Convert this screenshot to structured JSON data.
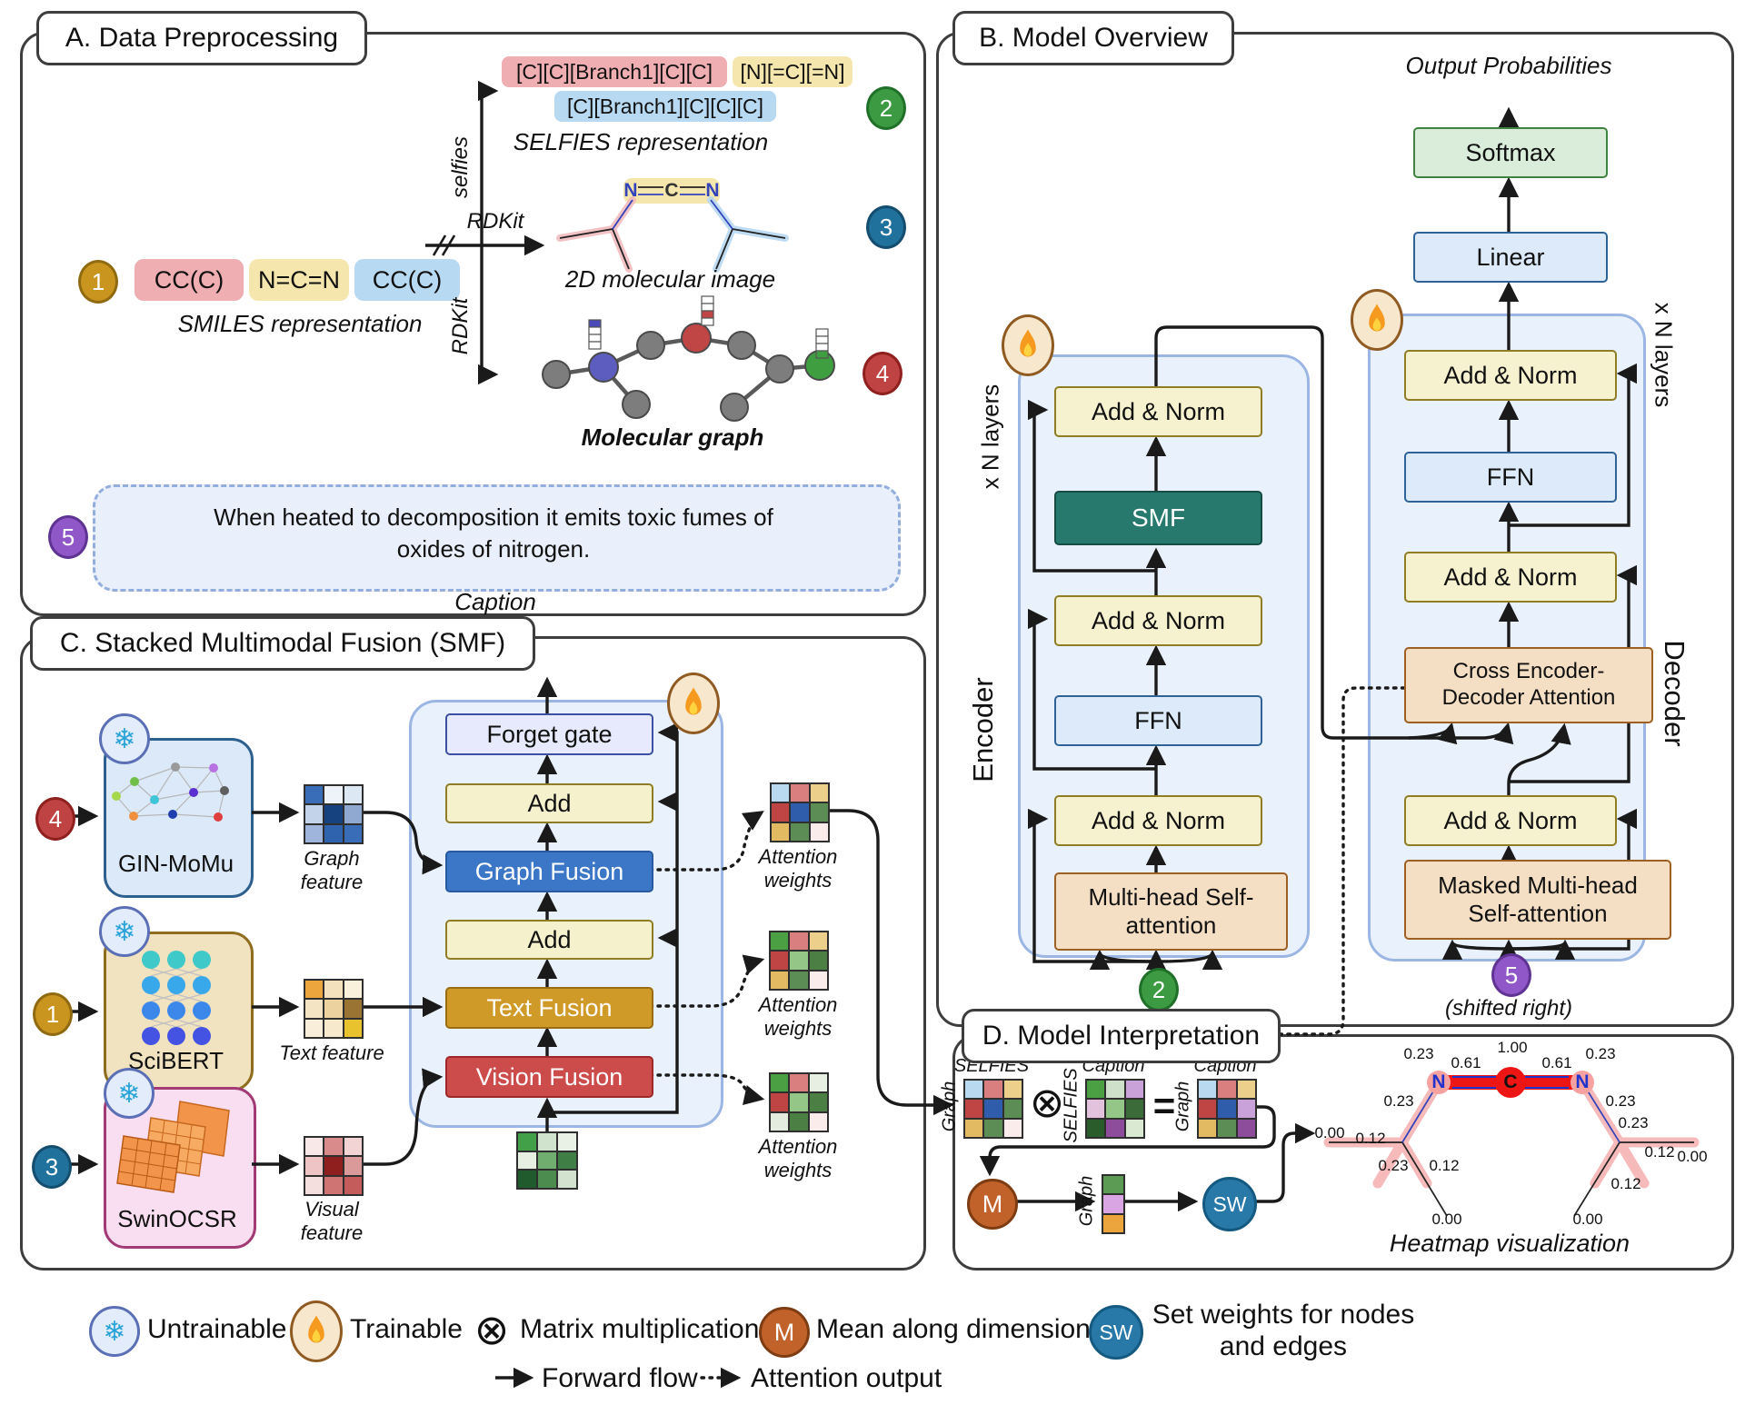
{
  "colors": {
    "token_red": "#efaeb2",
    "token_yellow": "#f5e6ad",
    "token_blue": "#b8d9f2",
    "add_norm": "#f6f1ce",
    "ffn": "#dceafa",
    "softmax": "#d9edda",
    "smf_teal": "#27796d",
    "attention_tan": "#f5dfc4",
    "graph_fusion": "#3c77c7",
    "text_fusion": "#d09a28",
    "vision_fusion": "#cc4b4b",
    "forget_gate": "#e7eafc",
    "container_blue": "#e9f1fc",
    "heat_red": "#ee1515",
    "heat_pink": "#f6b3b3"
  },
  "pA": {
    "title": "A. Data Preprocessing",
    "step1": "1",
    "step2": "2",
    "step3": "3",
    "step4": "4",
    "step5": "5",
    "smiles_tokens": [
      "CC(C)",
      "N=C=N",
      "CC(C)"
    ],
    "smiles_label": "SMILES representation",
    "selfies_tokens": [
      "[C][C][Branch1][C][C]",
      "[N][=C][=N]",
      "[C][Branch1][C][C][C]"
    ],
    "selfies_label": "SELFIES representation",
    "lib_selfies": "selfies",
    "lib_rdkit1": "RDKit",
    "lib_rdkit2": "RDKit",
    "img2d_label": "2D molecular image",
    "molgraph_label": "Molecular graph",
    "atom_n": "N",
    "atom_c": "C",
    "caption_text": "When heated to decomposition it emits toxic fumes of oxides of nitrogen.",
    "caption_label": "Caption"
  },
  "pB": {
    "title": "B. Model Overview",
    "output_prob": "Output Probabilities",
    "softmax": "Softmax",
    "linear": "Linear",
    "add_norm": "Add & Norm",
    "ffn": "FFN",
    "smf": "SMF",
    "mhsa": "Multi-head Self-attention",
    "cross": "Cross Encoder-Decoder Attention",
    "masked": "Masked Multi-head Self-attention",
    "encoder": "Encoder",
    "decoder": "Decoder",
    "xn": "x N layers",
    "step2": "2",
    "step5": "5",
    "shifted": "(shifted right)"
  },
  "pC": {
    "title": "C. Stacked Multimodal Fusion (SMF)",
    "gin": "GIN-MoMu",
    "scibert": "SciBERT",
    "swin": "SwinOCSR",
    "graph_feature": "Graph feature",
    "text_feature": "Text feature",
    "visual_feature": "Visual feature",
    "forget": "Forget gate",
    "add": "Add",
    "graph_fusion": "Graph Fusion",
    "text_fusion": "Text Fusion",
    "vision_fusion": "Vision Fusion",
    "attention_weights": "Attention weights",
    "step4": "4",
    "step1": "1",
    "step3": "3"
  },
  "pD": {
    "title": "D. Model Interpretation",
    "selfies": "SELFIES",
    "caption": "Caption",
    "graph": "Graph",
    "otimes": "⊗",
    "equals": "=",
    "m": "M",
    "sw": "SW",
    "heatmap_label": "Heatmap visualization",
    "atom_n": "N",
    "atom_c": "C",
    "heat_values": [
      "0.23",
      "0.61",
      "1.00",
      "0.61",
      "0.23",
      "0.23",
      "0.00",
      "0.12",
      "0.23",
      "0.12",
      "0.00",
      "0.23",
      "0.23",
      "0.12",
      "0.00",
      "0.12",
      "0.00"
    ]
  },
  "lg": {
    "snowflake": "❄",
    "untrainable": "Untrainable",
    "trainable": "Trainable",
    "matmul_icon": "⊗",
    "matmul": "Matrix multiplication",
    "m": "M",
    "mean": "Mean along dimension",
    "sw": "SW",
    "sw_label": "Set weights for nodes and edges",
    "forward": "Forward flow",
    "attention": "Attention output"
  },
  "mx": {
    "graph_feature": [
      "#3a6db8",
      "#eef3f9",
      "#dce8f4",
      "#c3d3ea",
      "#16427f",
      "#8fa9d1",
      "#9fb5dc",
      "#2f63ae",
      "#3a6db8"
    ],
    "text_feature": [
      "#eca43c",
      "#f3e0bd",
      "#faf1dd",
      "#f5e4c4",
      "#ecd29e",
      "#9a7433",
      "#f9eed9",
      "#f6e9cc",
      "#e9c32e"
    ],
    "visual_feature": [
      "#f9e8e8",
      "#d98a8a",
      "#f2d4d4",
      "#efc4c4",
      "#8f1f1f",
      "#da9a9a",
      "#f5dede",
      "#cf7373",
      "#c45c5c"
    ],
    "smf_input": [
      "#41a048",
      "#cfe3cd",
      "#e9f1e6",
      "#e6efe2",
      "#6fae6e",
      "#3f7e44",
      "#1f5b2d",
      "#4c8d4f",
      "#d2e2cf"
    ],
    "aw1": [
      "#b9d9f1",
      "#da7f7f",
      "#eccf8b",
      "#bf4545",
      "#2f5cab",
      "#5c8d55",
      "#e2ba62",
      "#5c8d55",
      "#fbecec"
    ],
    "aw2": [
      "#4ba043",
      "#da7f7f",
      "#eccf8b",
      "#bf4545",
      "#93c687",
      "#4c7f43",
      "#e2ba62",
      "#5c8d55",
      "#fbecec"
    ],
    "aw3": [
      "#4ba043",
      "#da7f7f",
      "#e6efe2",
      "#bf4545",
      "#93c687",
      "#4c7f43",
      "#e3ecdf",
      "#4c7f43",
      "#fbecec"
    ],
    "d1": [
      "#b9d9f1",
      "#da7f7f",
      "#eccf8b",
      "#bf4545",
      "#2f5cab",
      "#5c8d55",
      "#e2ba62",
      "#5c8d55",
      "#fbecec"
    ],
    "d2": [
      "#4ba043",
      "#cfe0ca",
      "#c9a2da",
      "#e3c2de",
      "#93c687",
      "#3c6b3a",
      "#2a5c2b",
      "#8d4d9b",
      "#d9e9d2"
    ],
    "d3": [
      "#b9d9f1",
      "#da7f7f",
      "#eccf8b",
      "#bf4545",
      "#2f5cab",
      "#c9a2da",
      "#e2ba62",
      "#5c8d55",
      "#8d4d9b"
    ],
    "graph_col": [
      "#5c9b53",
      "#d9a6e3",
      "#eca43c"
    ]
  }
}
